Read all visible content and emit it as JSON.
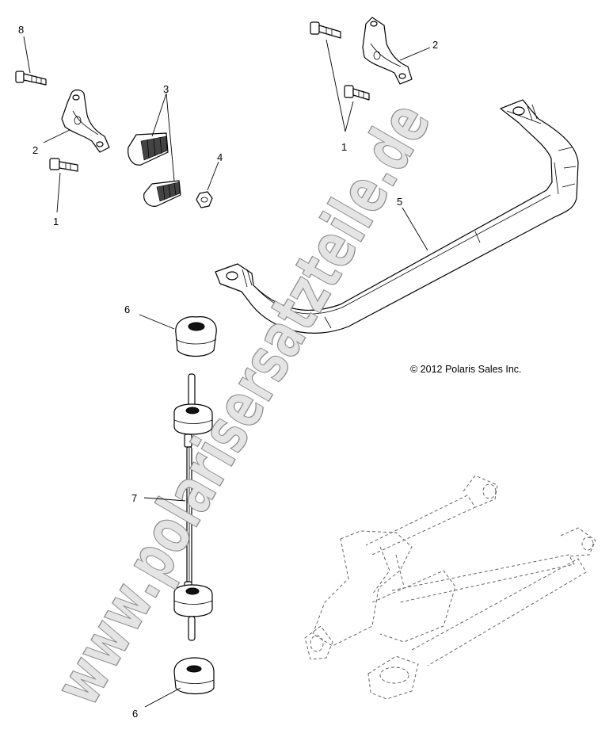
{
  "diagram": {
    "callouts": [
      {
        "id": "c8",
        "label": "8"
      },
      {
        "id": "c2a",
        "label": "2"
      },
      {
        "id": "c1a",
        "label": "1"
      },
      {
        "id": "c3",
        "label": "3"
      },
      {
        "id": "c4",
        "label": "4"
      },
      {
        "id": "c1b",
        "label": "1"
      },
      {
        "id": "c2b",
        "label": "2"
      },
      {
        "id": "c5",
        "label": "5"
      },
      {
        "id": "c6a",
        "label": "6"
      },
      {
        "id": "c7",
        "label": "7"
      },
      {
        "id": "c6b",
        "label": "6"
      }
    ],
    "copyright": "© 2012 Polaris Sales Inc.",
    "watermark": "www.polarisersatzteile.de"
  }
}
